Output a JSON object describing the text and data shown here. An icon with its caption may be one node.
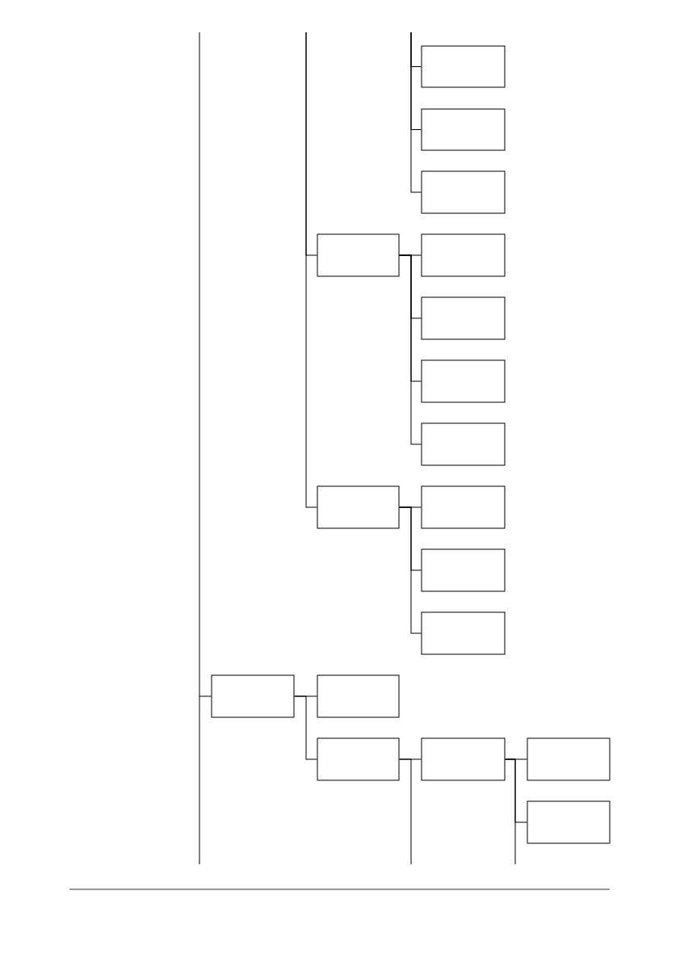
{
  "diagram": {
    "nodes": [
      {
        "text": [],
        "shape": "box"
      },
      {
        "text": [],
        "shape": "box"
      },
      {
        "text": [],
        "shape": "box"
      },
      {
        "text": [],
        "shape": "box"
      },
      {
        "text": [],
        "shape": "box"
      },
      {
        "text": [],
        "shape": "box"
      },
      {
        "text": [],
        "shape": "box"
      },
      {
        "text": [],
        "shape": "box"
      },
      {
        "text": [],
        "shape": "box"
      },
      {
        "text": [],
        "shape": "box"
      },
      {
        "text": [],
        "shape": "box"
      },
      {
        "text": [],
        "shape": "box"
      },
      {
        "text": [],
        "shape": "box"
      },
      {
        "text": [],
        "shape": "box"
      },
      {
        "text": [],
        "shape": "box"
      },
      {
        "text": [],
        "shape": "box"
      },
      {
        "text": [],
        "shape": "box"
      },
      {
        "text": [],
        "shape": "box"
      }
    ],
    "edges": [
      {
        "from": null,
        "to": 0,
        "arrow": "none"
      },
      {
        "from": null,
        "to": 1,
        "arrow": "none"
      },
      {
        "from": null,
        "to": 2,
        "arrow": "none"
      },
      {
        "from": null,
        "to": 3,
        "arrow": "none"
      },
      {
        "from": 3,
        "to": 4,
        "arrow": "none"
      },
      {
        "from": 3,
        "to": 5,
        "arrow": "none"
      },
      {
        "from": 3,
        "to": 6,
        "arrow": "none"
      },
      {
        "from": 3,
        "to": 7,
        "arrow": "none"
      },
      {
        "from": null,
        "to": 8,
        "arrow": "none"
      },
      {
        "from": 8,
        "to": 9,
        "arrow": "none"
      },
      {
        "from": 8,
        "to": 10,
        "arrow": "none"
      },
      {
        "from": 8,
        "to": 11,
        "arrow": "none"
      },
      {
        "from": null,
        "to": 12,
        "arrow": "none"
      },
      {
        "from": 12,
        "to": 13,
        "arrow": "none"
      },
      {
        "from": 12,
        "to": 14,
        "arrow": "none"
      },
      {
        "from": 14,
        "to": 15,
        "arrow": "none"
      },
      {
        "from": 15,
        "to": 16,
        "arrow": "none"
      },
      {
        "from": 15,
        "to": 17,
        "arrow": "none"
      },
      {
        "from": 14,
        "to": null,
        "arrow": "none"
      },
      {
        "from": 15,
        "to": null,
        "arrow": "none"
      }
    ]
  }
}
